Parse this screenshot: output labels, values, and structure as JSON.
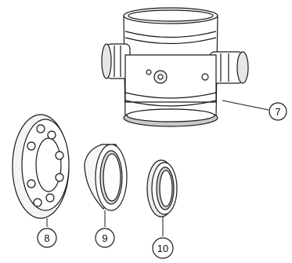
{
  "callouts": {
    "item7": "7",
    "item8": "8",
    "item9": "9",
    "item10": "10"
  },
  "colors": {
    "line": "#1a1a1a",
    "seal_gray": "#c9c9c9",
    "background": "#ffffff"
  },
  "icons": [
    "valve-body-icon",
    "bolt-flange-icon",
    "seal-ring-icon",
    "small-seal-ring-icon"
  ]
}
